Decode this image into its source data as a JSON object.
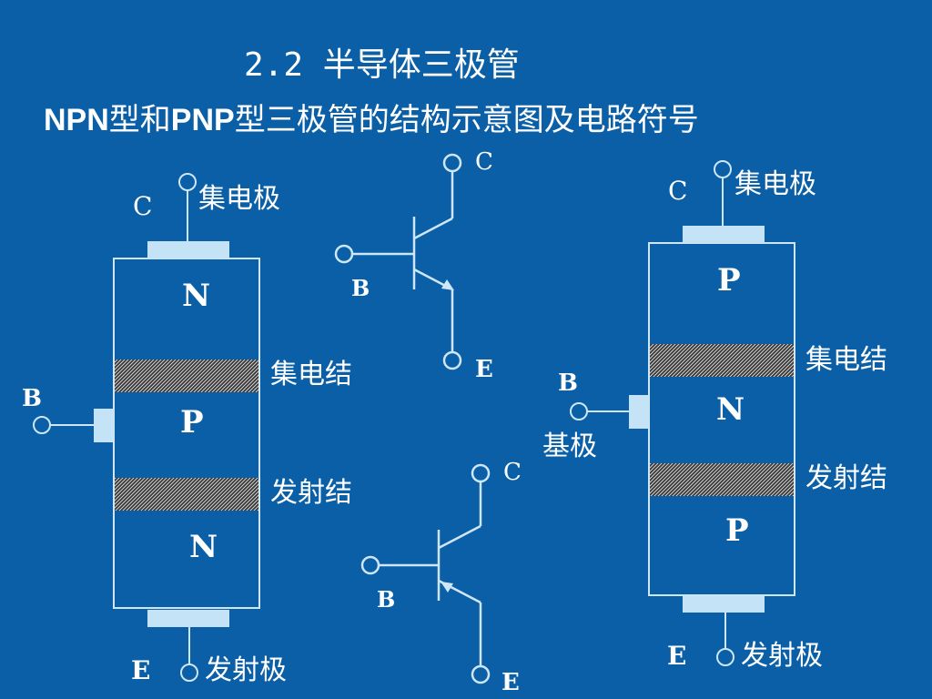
{
  "title": "2.2   半导体三极管",
  "subtitle": {
    "npn": "NPN",
    "part1": "型和",
    "pnp": "PNP",
    "part2": "型三极管的结构示意图及电路符号"
  },
  "npn_structure": {
    "terminal_c": "C",
    "terminal_b": "B",
    "terminal_e": "E",
    "collector_label": "集电极",
    "emitter_label": "发射极",
    "collector_junction": "集电结",
    "emitter_junction": "发射结",
    "region_top": "N",
    "region_mid": "P",
    "region_bottom": "N"
  },
  "npn_symbol": {
    "c": "C",
    "b": "B",
    "e": "E"
  },
  "pnp_symbol": {
    "c": "C",
    "b": "B",
    "e": "E"
  },
  "pnp_structure": {
    "terminal_c": "C",
    "terminal_b": "B",
    "terminal_e": "E",
    "collector_label": "集电极",
    "base_label": "基极",
    "emitter_label": "发射极",
    "collector_junction": "集电结",
    "emitter_junction": "发射结",
    "region_top": "P",
    "region_mid": "N",
    "region_bottom": "P"
  },
  "colors": {
    "background": "#0a5fa6",
    "line": "#cfe6f7",
    "contact": "#c5e3f6",
    "text": "#ffffff"
  }
}
